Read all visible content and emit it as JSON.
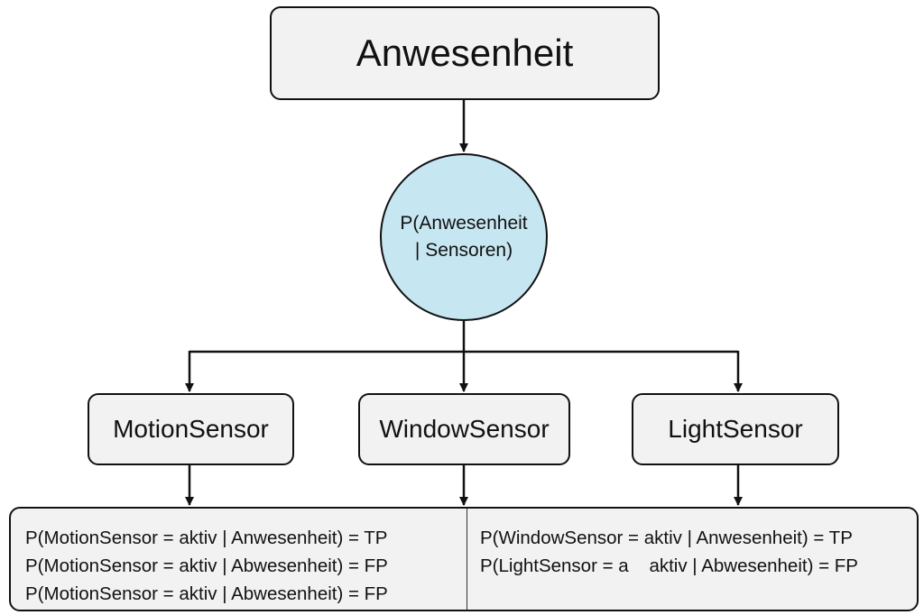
{
  "diagram": {
    "root": {
      "label": "Anwesenheit"
    },
    "posterior": {
      "line1": "P(Anwesenheit",
      "line2": "| Sensoren)",
      "fill": "#c6e6f1"
    },
    "sensors": [
      {
        "label": "MotionSensor"
      },
      {
        "label": "WindowSensor"
      },
      {
        "label": "LightSensor"
      }
    ],
    "cpt": {
      "left": [
        "P(MotionSensor = aktiv | Anwesenheit) = TP",
        "P(MotionSensor = aktiv | Abwesenheit) = FP",
        "P(MotionSensor = aktiv | Abwesenheit) = FP"
      ],
      "right": [
        "P(WindowSensor = aktiv | Anwesenheit) = TP",
        "P(LightSensor = a    aktiv | Abwesenheit) = FP"
      ]
    },
    "edges": [
      {
        "from": "root",
        "to": "posterior"
      },
      {
        "from": "posterior",
        "to": "MotionSensor"
      },
      {
        "from": "posterior",
        "to": "WindowSensor"
      },
      {
        "from": "posterior",
        "to": "LightSensor"
      },
      {
        "from": "MotionSensor",
        "to": "cpt"
      },
      {
        "from": "WindowSensor",
        "to": "cpt"
      },
      {
        "from": "LightSensor",
        "to": "cpt"
      }
    ]
  }
}
